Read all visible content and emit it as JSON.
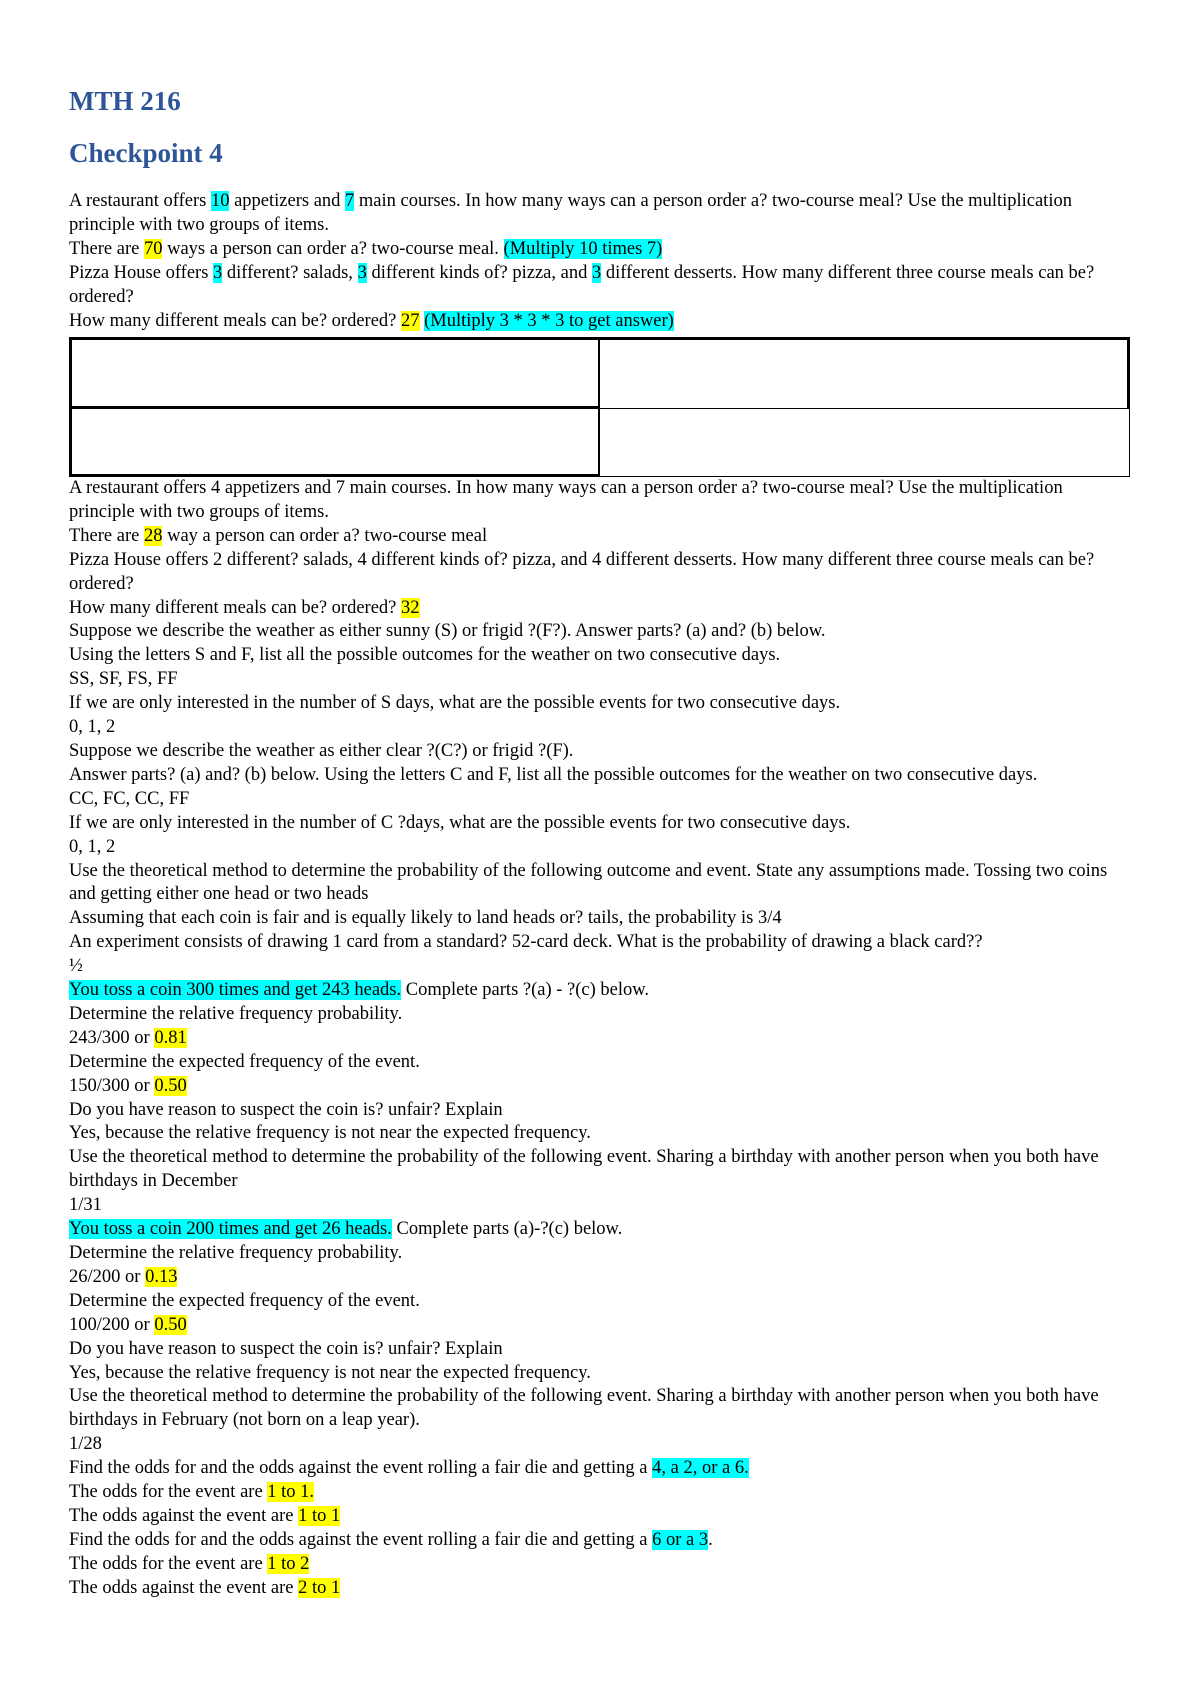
{
  "course_title": "MTH 216",
  "checkpoint_title": "Checkpoint 4",
  "top_lines": [
    [
      {
        "t": "A restaurant offers "
      },
      {
        "t": "10",
        "h": "c"
      },
      {
        "t": " appetizers and "
      },
      {
        "t": "7",
        "h": "c"
      },
      {
        "t": " main courses. In how many ways can a person order a? two-course meal? Use the multiplication principle with two groups of items."
      }
    ],
    [
      {
        "t": "There are "
      },
      {
        "t": "70",
        "h": "y"
      },
      {
        "t": " ways a person can order a? two-course meal. "
      },
      {
        "t": "(Multiply 10 times 7)",
        "h": "c"
      }
    ],
    [
      {
        "t": "Pizza House offers "
      },
      {
        "t": "3",
        "h": "c"
      },
      {
        "t": " different? salads, "
      },
      {
        "t": "3",
        "h": "c"
      },
      {
        "t": " different kinds of? pizza, and "
      },
      {
        "t": "3",
        "h": "c"
      },
      {
        "t": " different desserts. How many different three course meals can be? ordered?"
      }
    ],
    [
      {
        "t": "How many different meals can be? ordered? "
      },
      {
        "t": "27",
        "h": "y"
      },
      {
        "t": " "
      },
      {
        "t": "(Multiply 3 * 3 * 3 to get answer)",
        "h": "c"
      }
    ]
  ],
  "bottom_lines": [
    [
      {
        "t": "A restaurant offers 4 appetizers and 7 main courses. In how many ways can a person order a? two-course meal? Use the multiplication principle with two groups of items."
      }
    ],
    [
      {
        "t": "There are "
      },
      {
        "t": "28",
        "h": "y"
      },
      {
        "t": " way a person can order a? two-course meal"
      }
    ],
    [
      {
        "t": "Pizza House offers 2 different? salads, 4 different kinds of? pizza, and 4 different desserts. How many different three course meals can be? ordered?"
      }
    ],
    [
      {
        "t": "How many different meals can be? ordered? "
      },
      {
        "t": "32",
        "h": "y"
      }
    ],
    [
      {
        "t": "Suppose we describe the weather as either sunny (S) or frigid ?(F?). Answer parts? (a) and? (b) below."
      }
    ],
    [
      {
        "t": "Using the letters S and F, list all the possible outcomes for the weather on two consecutive days."
      }
    ],
    [
      {
        "t": "SS, SF, FS, FF"
      }
    ],
    [
      {
        "t": "If we are only interested in the number of S days, what are the possible events for two consecutive days."
      }
    ],
    [
      {
        "t": "0, 1, 2"
      }
    ],
    [
      {
        "t": "Suppose we describe the weather as either clear ?(C?) or frigid ?(F)."
      }
    ],
    [
      {
        "t": "Answer parts? (a) and? (b) below. Using the letters C and F, list all the possible outcomes for the weather on two consecutive days."
      }
    ],
    [
      {
        "t": "CC, FC, CC, FF"
      }
    ],
    [
      {
        "t": "If we are only interested in the number of C ?days, what are the possible events for two consecutive days."
      }
    ],
    [
      {
        "t": "0, 1, 2"
      }
    ],
    [
      {
        "t": "Use the theoretical method to determine the probability of the following outcome and event. State any assumptions made. Tossing two coins and getting either one head or two heads"
      }
    ],
    [
      {
        "t": "Assuming that each coin is fair and is equally likely to land heads or? tails, the probability is 3/4"
      }
    ],
    [
      {
        "t": "An experiment consists of drawing 1 card from a standard? 52-card deck. What is the probability of drawing a black card??"
      }
    ],
    [
      {
        "t": "½"
      }
    ],
    [
      {
        "t": "You toss a coin 300 times and get 243 heads.",
        "h": "c"
      },
      {
        "t": " Complete parts ?(a) - ?(c) below."
      }
    ],
    [
      {
        "t": "Determine the relative frequency probability."
      }
    ],
    [
      {
        "t": "243/300 or "
      },
      {
        "t": "0.81",
        "h": "y"
      }
    ],
    [
      {
        "t": "Determine the expected frequency of the event."
      }
    ],
    [
      {
        "t": "150/300 or "
      },
      {
        "t": "0.50",
        "h": "y"
      }
    ],
    [
      {
        "t": "Do you have reason to suspect the coin is? unfair? Explain"
      }
    ],
    [
      {
        "t": "Yes, because the relative frequency is not near the expected frequency."
      }
    ],
    [
      {
        "t": "Use the theoretical method to determine the probability of the following event. Sharing a birthday with another person when you both have birthdays in December"
      }
    ],
    [
      {
        "t": "1/31"
      }
    ],
    [
      {
        "t": "You toss a coin 200 times and get 26 heads.",
        "h": "c"
      },
      {
        "t": " Complete parts (a)-?(c) below."
      }
    ],
    [
      {
        "t": "Determine the relative frequency probability."
      }
    ],
    [
      {
        "t": "26/200 or "
      },
      {
        "t": "0.13",
        "h": "y"
      }
    ],
    [
      {
        "t": "Determine the expected frequency of the event."
      }
    ],
    [
      {
        "t": "100/200 or "
      },
      {
        "t": "0.50",
        "h": "y"
      }
    ],
    [
      {
        "t": "Do you have reason to suspect the coin is? unfair? Explain"
      }
    ],
    [
      {
        "t": "Yes, because the relative frequency is not near the expected frequency."
      }
    ],
    [
      {
        "t": "Use the theoretical method to determine the probability of the following event. Sharing a birthday with another person when you both have birthdays in February (not born on a leap year)."
      }
    ],
    [
      {
        "t": "1/28"
      }
    ],
    [
      {
        "t": "Find the odds for and the odds against the event rolling a fair die and getting a "
      },
      {
        "t": "4, a 2, or a 6.",
        "h": "c"
      }
    ],
    [
      {
        "t": "The odds for the event are "
      },
      {
        "t": "1 to 1.",
        "h": "y"
      }
    ],
    [
      {
        "t": "The odds against the event are "
      },
      {
        "t": "1 to 1",
        "h": "y"
      }
    ],
    [
      {
        "t": "Find the odds for and the odds against the event rolling a fair die and getting a "
      },
      {
        "t": "6 or a 3",
        "h": "c"
      },
      {
        "t": "."
      }
    ],
    [
      {
        "t": "The odds for the event are "
      },
      {
        "t": "1 to 2",
        "h": "y"
      }
    ],
    [
      {
        "t": "The odds against the event are "
      },
      {
        "t": "2 to 1",
        "h": "y"
      }
    ]
  ],
  "colors": {
    "title": "#2e5597",
    "highlight_yellow": "#ffff00",
    "highlight_cyan": "#00ffff"
  }
}
